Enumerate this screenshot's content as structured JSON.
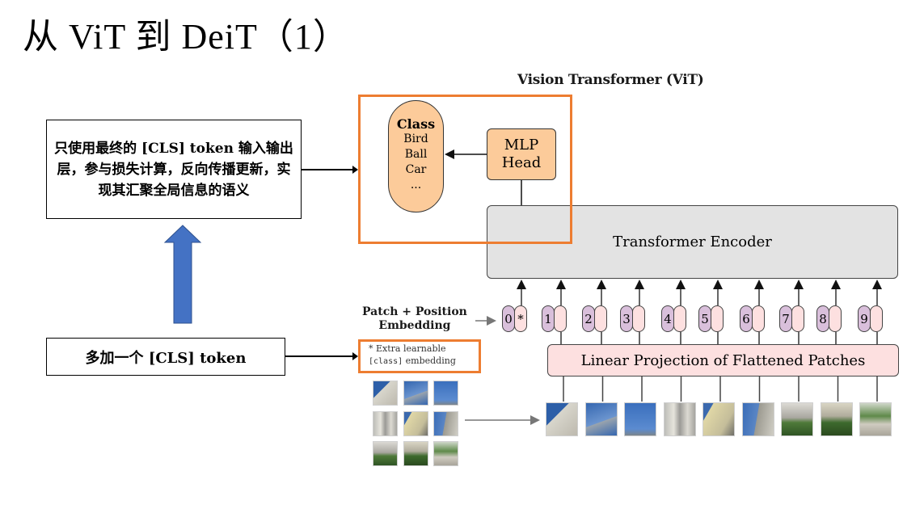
{
  "slide": {
    "title": "从 ViT 到 DeiT（1）"
  },
  "annotations": {
    "top_note": "只使用最终的 [CLS] token 输入输出层，参与损失计算，反向传播更新，实现其汇聚全局信息的语义",
    "bottom_note": "多加一个 [CLS] token"
  },
  "diagram": {
    "title": "Vision Transformer (ViT)",
    "class_box": {
      "heading": "Class",
      "items": [
        "Bird",
        "Ball",
        "Car",
        "..."
      ]
    },
    "mlp_head": {
      "line1": "MLP",
      "line2": "Head"
    },
    "encoder_label": "Transformer Encoder",
    "projection_label": "Linear Projection of Flattened Patches",
    "patch_position_label": {
      "line1": "Patch + Position",
      "line2": "Embedding"
    },
    "extra_note": {
      "line1": "* Extra learnable",
      "mono": "[class]",
      "line2_rest": " embedding"
    },
    "tokens": [
      "0",
      "1",
      "2",
      "3",
      "4",
      "5",
      "6",
      "7",
      "8",
      "9"
    ],
    "class_token_marker": "*"
  },
  "colors": {
    "highlight_frame": "#ed7d31",
    "big_arrow": "#4472c4",
    "class_fill": "#fccb9a",
    "encoder_fill": "#e3e3e3",
    "projection_fill": "#fde0e0",
    "position_fill": "#d9bfdb"
  }
}
